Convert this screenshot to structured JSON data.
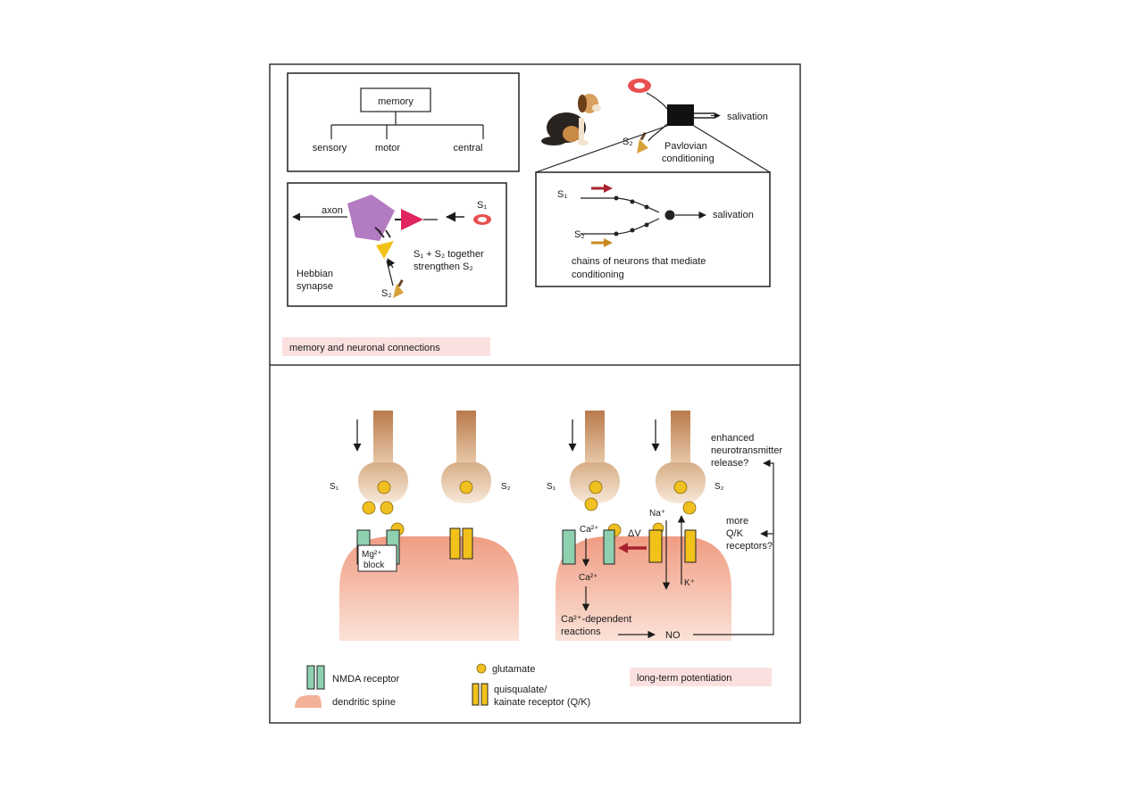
{
  "top_panel": {
    "memory_tree": {
      "root": "memory",
      "children": [
        "sensory",
        "motor",
        "central"
      ]
    },
    "hebbian": {
      "axon": "axon",
      "s1": "S₁",
      "s2": "S₂",
      "together_line1": "S₁ + S₂ together",
      "together_line2": "strengthen S₂",
      "hebbian_line1": "Hebbian",
      "hebbian_line2": "synapse"
    },
    "pavlovian": {
      "salivation": "salivation",
      "s2": "S₂",
      "label_line1": "Pavlovian",
      "label_line2": "conditioning"
    },
    "chains": {
      "s1": "S₁",
      "s2": "S₂",
      "salivation": "salivation",
      "caption_line1": "chains of neurons that  mediate",
      "caption_line2": "conditioning"
    },
    "panel_tag": "memory and neuronal connections"
  },
  "bottom_panel": {
    "left_s1": "S₁",
    "left_s2": "S₂",
    "right_s1": "S₁",
    "right_s2": "S₂",
    "mg_line1": "Mg²⁺",
    "mg_line2": "block",
    "ca_top": "Ca²⁺",
    "ca_mid": "Ca²⁺",
    "na": "Na⁺",
    "k": "K⁺",
    "delta_v": "ΔV",
    "ca_dep_line1": "Ca²⁺-dependent",
    "ca_dep_line2": "reactions",
    "no": "NO",
    "enhanced_line1": "enhanced",
    "enhanced_line2": "neurotransmitter",
    "enhanced_line3": "release?",
    "more_line1": "more",
    "more_line2": "Q/K",
    "more_line3": "receptors?"
  },
  "legend": {
    "nmda": "NMDA receptor",
    "spine": "dendritic spine",
    "glutamate": "glutamate",
    "qk_line1": "quisqualate/",
    "qk_line2": "kainate receptor (Q/K)",
    "panel_tag": "long-term potentiation"
  },
  "colors": {
    "nmda_green": "#8fd0b0",
    "qk_yellow": "#f2c21b",
    "glutamate_yellow": "#f0c020",
    "spine_pink": "#f4b19a",
    "axon_tan": "#c58b5e",
    "tag_pink": "#fbe0e0",
    "pentagon_purple": "#b27bc2",
    "triangle_red": "#e0245e",
    "arrow_red": "#a8232f"
  }
}
